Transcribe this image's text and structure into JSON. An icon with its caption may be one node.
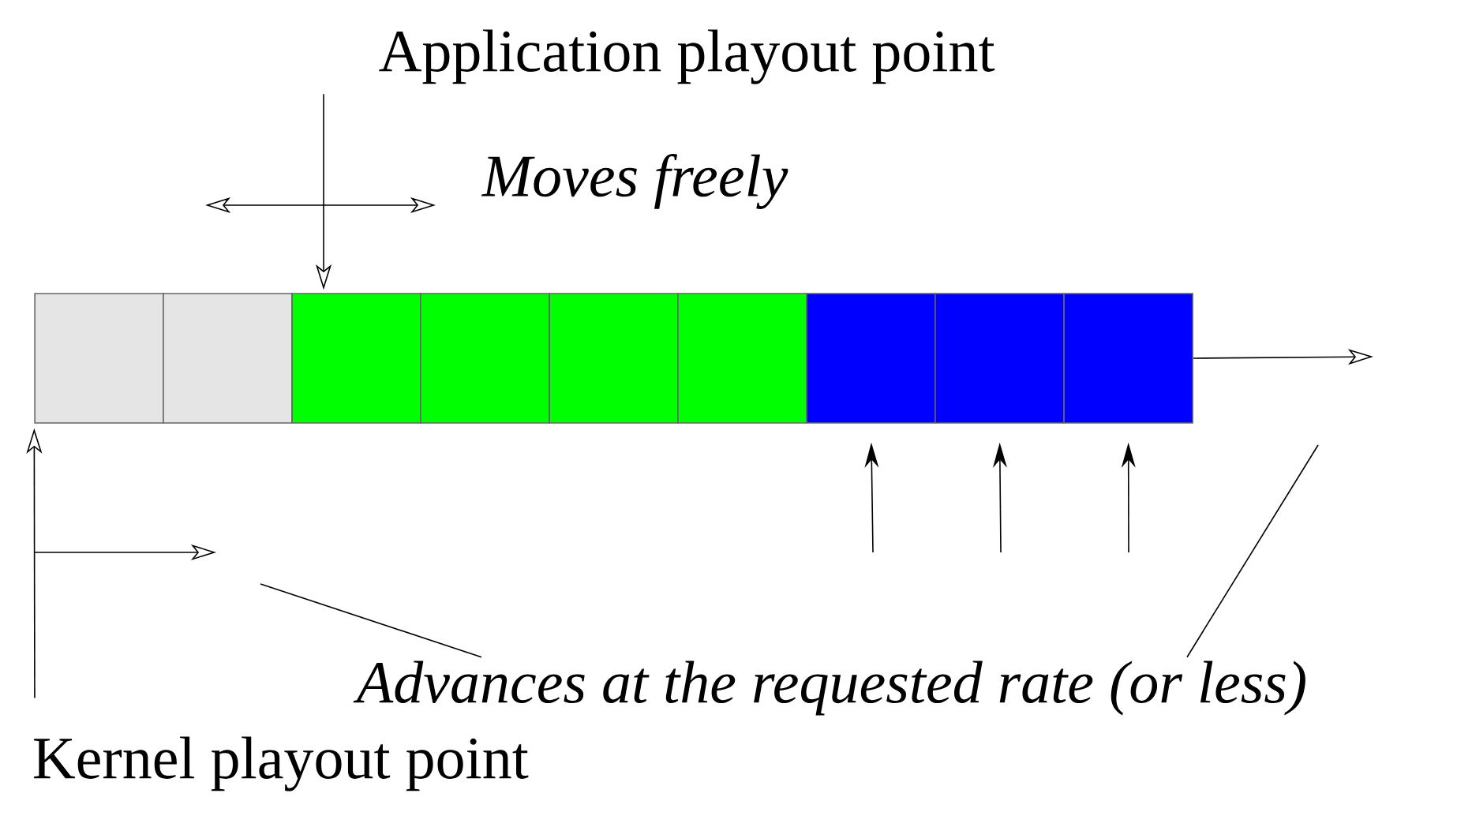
{
  "diagram": {
    "nodes": [
      {
        "text": [
          "Application playout point"
        ]
      },
      {
        "text": [],
        "shape": "box"
      },
      {
        "text": [],
        "shape": "box"
      },
      {
        "text": [],
        "shape": "box"
      },
      {
        "text": [],
        "shape": "box"
      },
      {
        "text": [],
        "shape": "box"
      },
      {
        "text": [],
        "shape": "box"
      },
      {
        "text": [],
        "shape": "box"
      },
      {
        "text": [],
        "shape": "box"
      },
      {
        "text": [],
        "shape": "box"
      },
      {
        "text": [
          "Kernel playout point"
        ]
      },
      {
        "text": [
          "Advances at the requested rate (or less)"
        ]
      }
    ],
    "edges": [
      {
        "from": 0,
        "to": 3,
        "arrow": "to"
      },
      {
        "from": 10,
        "to": 1,
        "arrow": "to"
      },
      {
        "from": null,
        "to": 7,
        "arrow": "to"
      },
      {
        "from": null,
        "to": 8,
        "arrow": "to"
      },
      {
        "from": null,
        "to": 9,
        "arrow": "to"
      },
      {
        "from": 9,
        "to": null,
        "arrow": "to"
      },
      {
        "from": 11,
        "to": null,
        "arrow": "none"
      },
      {
        "from": 11,
        "to": null,
        "arrow": "none"
      }
    ],
    "labels": [
      "Moves freely"
    ]
  }
}
